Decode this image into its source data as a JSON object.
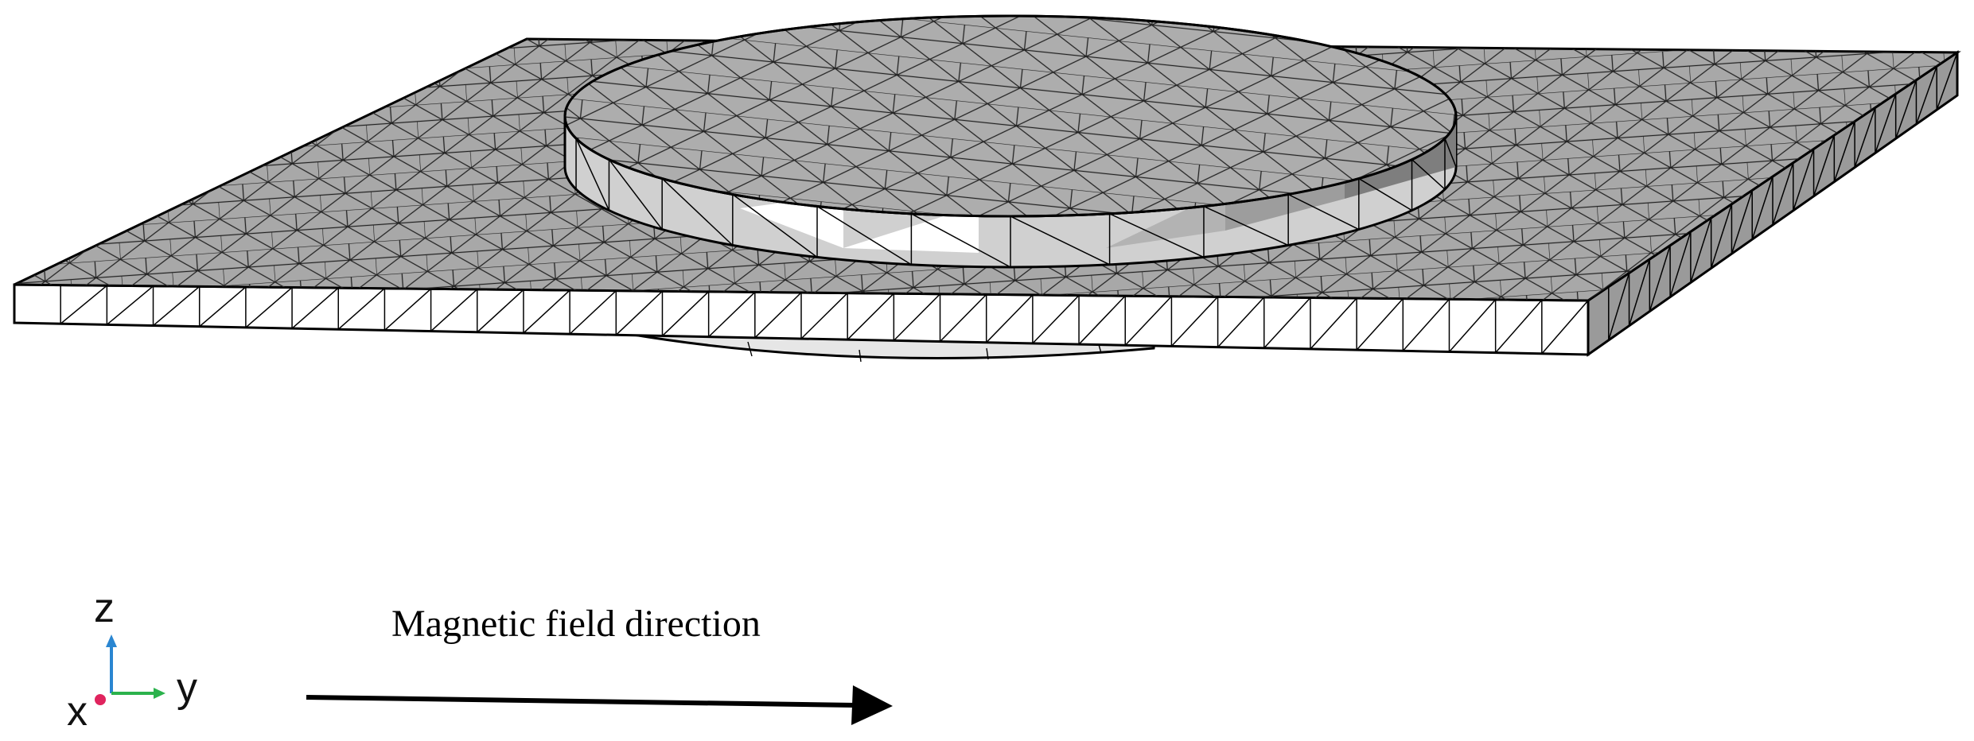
{
  "colors": {
    "surface": "#a8a8a8",
    "side_light": "#ffffff",
    "side_shaded": "#c9c9c9",
    "side_dark": "#8f8f8f",
    "edge": "#000000",
    "axis_x": "#e0245e",
    "axis_y": "#2bb24c",
    "axis_z": "#2a86d1"
  },
  "triad": {
    "x_label": "x",
    "y_label": "y",
    "z_label": "z"
  },
  "field": {
    "caption": "Magnetic field direction"
  },
  "icons": [
    "coordinate-triad-icon",
    "field-arrow-icon"
  ]
}
